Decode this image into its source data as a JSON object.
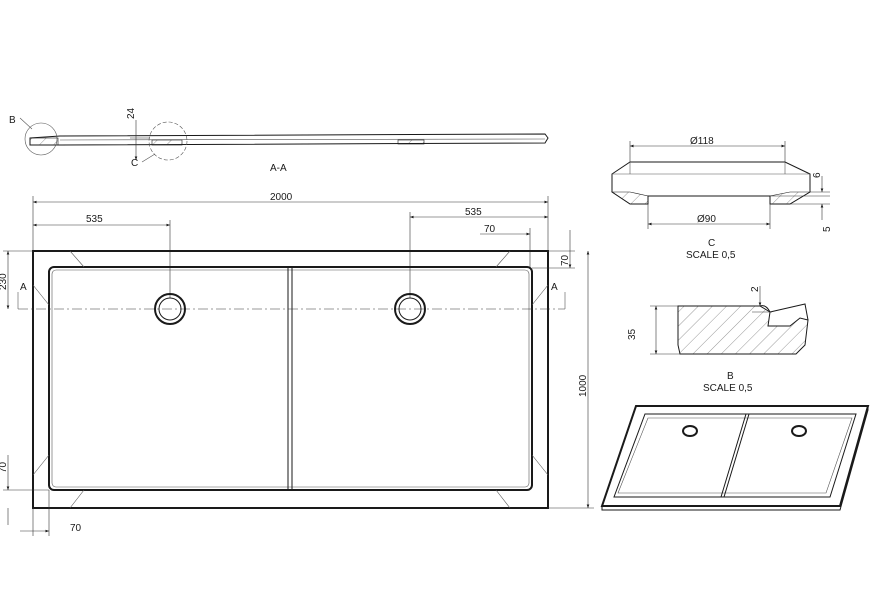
{
  "section_aa": {
    "title": "A-A",
    "dim_height": "24",
    "callout_b": "B",
    "callout_c": "C"
  },
  "plan": {
    "dim_overall_length": "2000",
    "dim_drain_left": "535",
    "dim_drain_right": "535",
    "dim_rim_top": "70",
    "dim_rim_right": "70",
    "dim_rim_left": "70",
    "dim_rim_bottom": "70",
    "dim_drain_offset": "230",
    "dim_overall_width": "1000",
    "section_mark_left": "A",
    "section_mark_right": "A"
  },
  "detail_c": {
    "dim_top": "Ø118",
    "dim_bottom": "Ø90",
    "dim_right_1": "6",
    "dim_right_2": "5",
    "label": "C",
    "scale": "SCALE 0,5"
  },
  "detail_b": {
    "dim_height": "35",
    "dim_depth": "2",
    "label": "B",
    "scale": "SCALE 0,5"
  }
}
